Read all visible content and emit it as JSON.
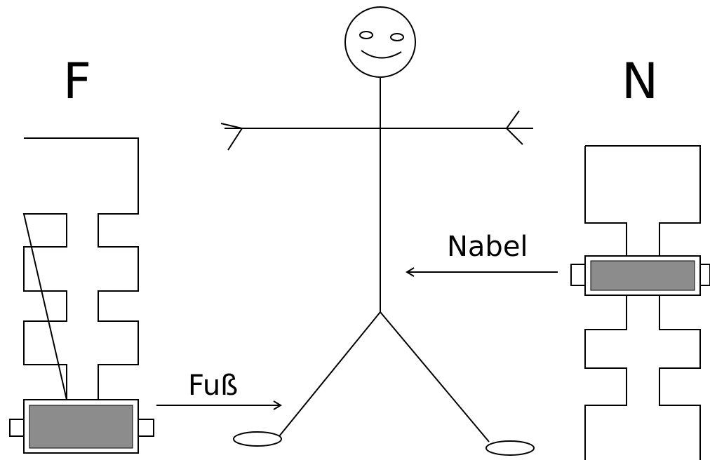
{
  "left_column": {
    "letter": "F",
    "label": "Fuß"
  },
  "right_column": {
    "letter": "N",
    "label": "Nabel"
  },
  "colors": {
    "line": "#000000",
    "background": "#ffffff",
    "bar_fill": "#8c8c8c"
  }
}
